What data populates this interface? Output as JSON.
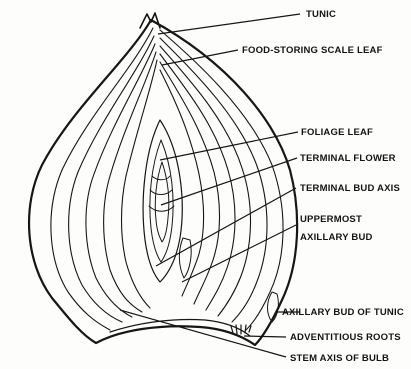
{
  "labels": {
    "tunic": "TUNIC",
    "food_storing_scale_leaf": "FOOD-STORING  SCALE LEAF",
    "foliage_leaf": "FOLIAGE LEAF",
    "terminal_flower": "TERMINAL FLOWER",
    "terminal_bud_axis": "TERMINAL BUD AXIS",
    "uppermost_axillary_bud_line1": "UPPERMOST",
    "uppermost_axillary_bud_line2": "AXILLARY BUD",
    "axillary_bud_of_tunic": "AXILLARY BUD OF TUNIC",
    "adventitious_roots": "ADVENTITIOUS ROOTS",
    "stem_axis_of_bulb": "STEM AXIS OF BULB"
  }
}
